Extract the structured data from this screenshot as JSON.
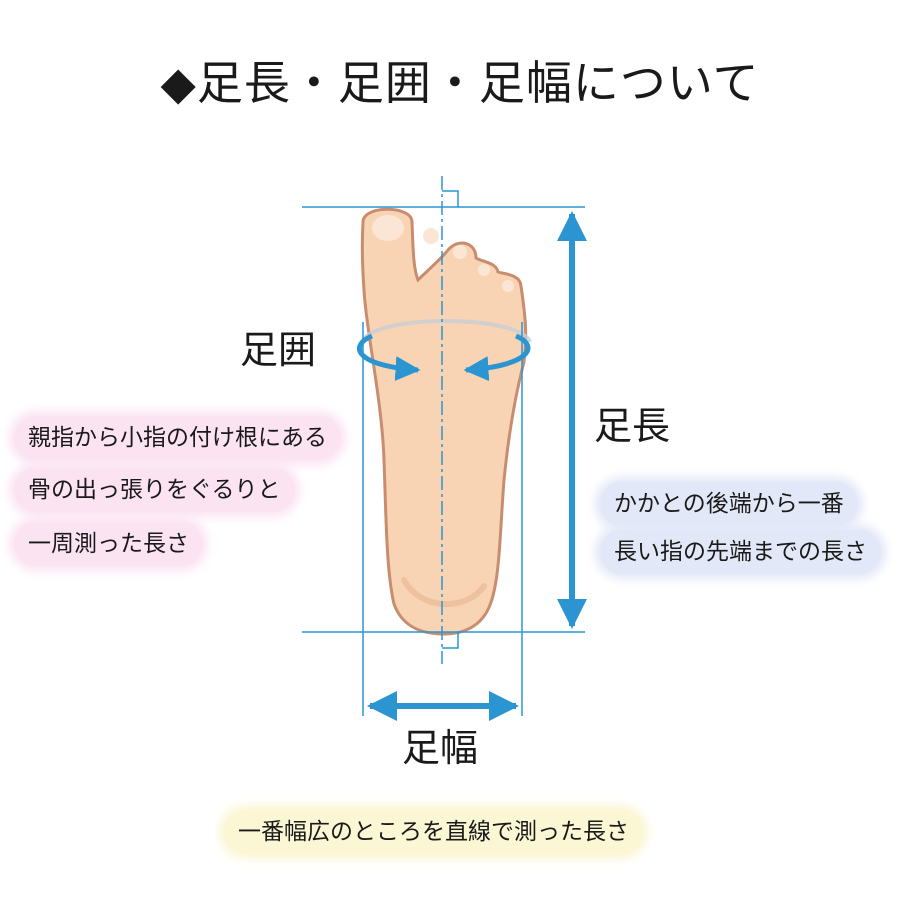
{
  "title": "◆足長・足囲・足幅について",
  "labels": {
    "girth": "足囲",
    "length": "足長",
    "width": "足幅"
  },
  "notes": {
    "girth": [
      "親指から小指の付け根にある",
      "骨の出っ張りをぐるりと",
      "一周測った長さ"
    ],
    "length": [
      "かかとの後端から一番",
      "長い指の先端までの長さ"
    ],
    "width": [
      "一番幅広のところを直線で測った長さ"
    ]
  },
  "colors": {
    "measure_line": "#2a95d1",
    "foot_fill": "#f8d4b5",
    "foot_outline": "#c88d6e",
    "girth_note_bg": "#fbe3f2",
    "length_note_bg": "#e3e8f8",
    "width_note_bg": "#fbf6d4"
  },
  "icons": {
    "title_marker": "black-diamond",
    "foot": "foot-sole-illustration"
  }
}
